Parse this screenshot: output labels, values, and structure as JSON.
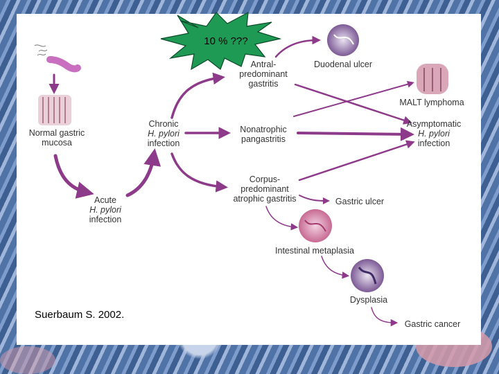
{
  "callout": "10 % ???",
  "citation": "Suerbaum S. 2002.",
  "nodes": {
    "normal_gastric_mucosa": [
      "Normal gastric",
      "mucosa"
    ],
    "acute": [
      "Acute",
      "H. pylori",
      "infection"
    ],
    "chronic": [
      "Chronic",
      "H. pylori",
      "infection"
    ],
    "antral": [
      "Antral-",
      "predominant",
      "gastritis"
    ],
    "nonatrophic": [
      "Nonatrophic",
      "pangastritis"
    ],
    "corpus": [
      "Corpus-",
      "predominant",
      "atrophic gastritis"
    ],
    "duodenal_ulcer": "Duodenal ulcer",
    "malt_lymphoma": "MALT lymphoma",
    "asymptomatic": [
      "Asymptomatic",
      "H. pylori",
      "infection"
    ],
    "gastric_ulcer": "Gastric ulcer",
    "intestinal_metaplasia": "Intestinal metaplasia",
    "dysplasia": "Dysplasia",
    "gastric_cancer": "Gastric cancer"
  },
  "colors": {
    "arrow": "#8e3a8a",
    "callout_fill": "#1f9a55",
    "callout_text": "#000000"
  }
}
